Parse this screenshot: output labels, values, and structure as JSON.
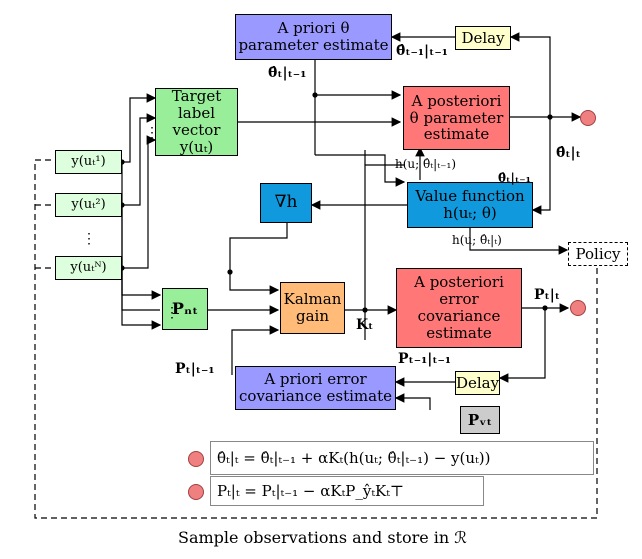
{
  "blocks": {
    "prior_theta": {
      "line1": "A priori θ",
      "line2": "parameter estimate",
      "color": "#9999ff"
    },
    "posterior_theta": {
      "line1": "A posteriori",
      "line2": "θ parameter",
      "line3": "estimate",
      "color": "#ff7777"
    },
    "target": {
      "line1": "Target",
      "line2": "label vector",
      "line3": "y(uₜ)",
      "color": "#99ee99"
    },
    "value_fn": {
      "line1": "Value function",
      "line2": "h(uₜ; θ)",
      "color": "#1199dd"
    },
    "grad": {
      "label": "∇h",
      "color": "#1199dd"
    },
    "kalman": {
      "line1": "Kalman",
      "line2": "gain",
      "color": "#ffbb77"
    },
    "posterior_cov": {
      "line1": "A posteriori",
      "line2": "error covariance",
      "line3": "estimate",
      "color": "#ff7777"
    },
    "prior_cov": {
      "line1": "A priori error",
      "line2": "covariance estimate",
      "color": "#9999ff"
    },
    "delay_top": {
      "label": "Delay",
      "color": "#ffffcc"
    },
    "delay_bottom": {
      "label": "Delay",
      "color": "#ffffcc"
    },
    "p_n": {
      "label": "Pₙₜ",
      "color": "#99ee99"
    },
    "p_v": {
      "label": "Pᵥₜ",
      "color": "#cccccc"
    },
    "policy": {
      "label": "Policy"
    }
  },
  "inputs": [
    "y(uₜ¹)",
    "y(uₜ²)",
    "⋮",
    "y(uₜᴺ)"
  ],
  "labels": {
    "theta_prev": "θ̂ₜ₋₁|ₜ₋₁",
    "theta_prior": "θ̂ₜ|ₜ₋₁",
    "theta_post": "θ̂ₜ|ₜ",
    "h_prior": "h(u; θ̂ₜ|ₜ₋₁)",
    "theta_prior_small": "θ̂ₜ|ₜ₋₁",
    "h_post": "h(u; θ̂ₜ|ₜ)",
    "k": "Kₜ",
    "p_post": "Pₜ|ₜ",
    "p_prior": "Pₜ|ₜ₋₁",
    "p_prev": "Pₜ₋₁|ₜ₋₁",
    "dots_target": "⋮",
    "dots_pn": "⋮"
  },
  "equations": {
    "theta_update": "θ̂ₜ|ₜ = θ̂ₜ|ₜ₋₁ + αKₜ(h(uₜ; θ̂ₜ|ₜ₋₁) − y(uₜ))",
    "p_update": "Pₜ|ₜ = Pₜ|ₜ₋₁ − αKₜP_ŷₜKₜ⊤"
  },
  "footer": "Sample observations and store in ℛ"
}
